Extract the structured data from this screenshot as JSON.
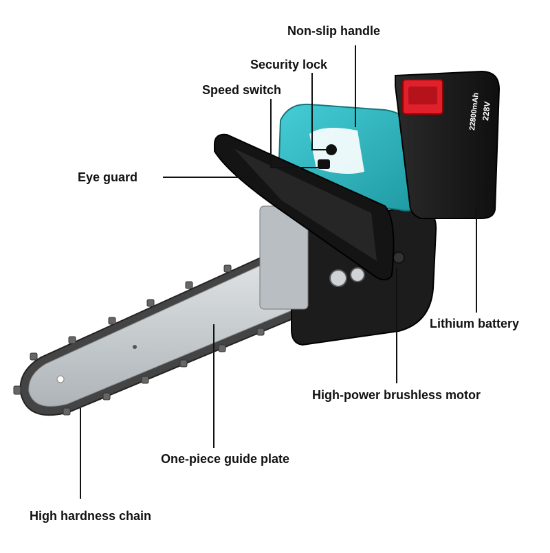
{
  "labels": {
    "non_slip_handle": "Non-slip handle",
    "security_lock": "Security lock",
    "speed_switch": "Speed switch",
    "eye_guard": "Eye guard",
    "lithium_battery": "Lithium battery",
    "brushless_motor": "High-power brushless motor",
    "guide_plate": "One-piece guide plate",
    "chain": "High hardness chain"
  },
  "battery": {
    "capacity_text": "22800mAh",
    "voltage_text": "228V"
  },
  "colors": {
    "body_teal": "#2fb8c2",
    "body_teal_dark": "#1f8f98",
    "battery_black": "#1a1a1a",
    "battery_red": "#e0202a",
    "guide_bar": "#c7ccd0",
    "motor_black": "#1c1c1c"
  }
}
